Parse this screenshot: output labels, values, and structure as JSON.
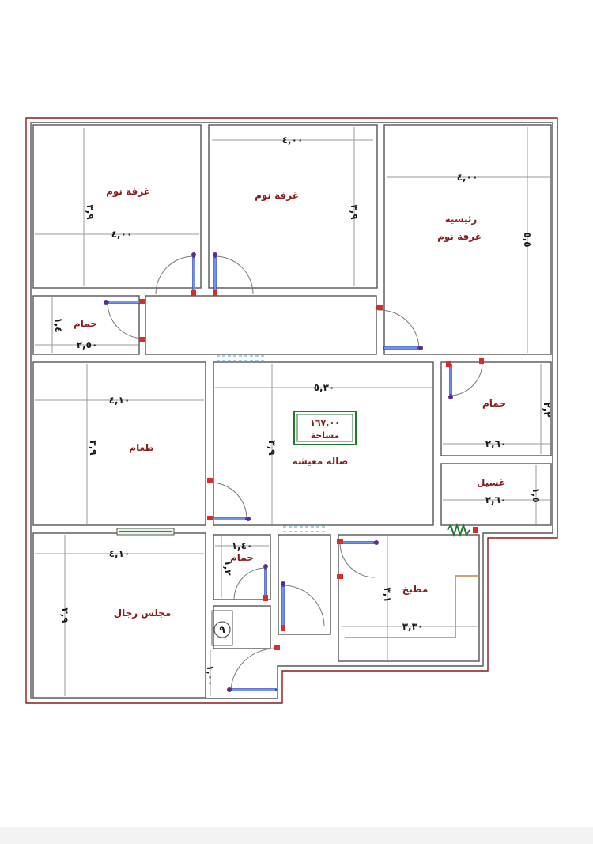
{
  "rooms": {
    "bedroom_1": "غرفة نوم",
    "bedroom_2": "غرفة نوم",
    "master_line1": "رئيسية",
    "master_line2": "غرفة نوم",
    "bathroom_1": "حمام",
    "bathroom_2": "حمام",
    "bathroom_3": "حمام",
    "dining": "طعام",
    "living": "صالة معيشة",
    "laundry": "غسيل",
    "kitchen": "مطبخ",
    "majlis": "مجلس رجال"
  },
  "area_box": {
    "value": "١٦٧,٠٠",
    "label": "مساحة"
  },
  "dimensions": {
    "bedroom_1_width": "٤,٠٠",
    "bedroom_1_height": "٣,٩",
    "bedroom_2_width": "٤,٠٠",
    "bedroom_2_height": "٣,٩",
    "master_width": "٤,٠٠",
    "master_height": "٥,٥",
    "bathroom_1_width": "٢,٥٠",
    "bathroom_1_height": "١,٤",
    "dining_width": "٤,١٠",
    "dining_height": "٣,٩",
    "living_width": "٥,٣٠",
    "living_height": "٣,٩",
    "bathroom_2_width": "٢,٦٠",
    "bathroom_2_height": "٢,٢",
    "laundry_width": "٢,٦٠",
    "laundry_height": "١,٥",
    "majlis_width": "٤,١٠",
    "majlis_height": "٣,٩",
    "bathroom_3_width": "١,٤٠",
    "bathroom_3_height": "١,٢",
    "kitchen_width": "٣,٣٠",
    "kitchen_height": "٣,١",
    "corridor_height": "١,٠٠",
    "stair_mark": "٩"
  },
  "colors": {
    "outer_wall": "#8b1a1a",
    "inner_wall": "#555555",
    "label": "#8b1a1a",
    "door_leaf": "#2a48c8",
    "area_box_border": "#1e7a2e",
    "kitchen_counter": "#b8864a"
  }
}
